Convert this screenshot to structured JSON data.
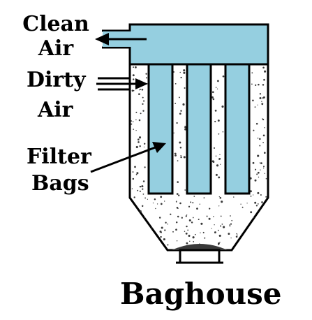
{
  "labels": {
    "clean_1": "Clean",
    "clean_2": "Air",
    "dirty_1": "Dirty",
    "dirty_2": "Air",
    "filter_1": "Filter",
    "filter_2": "Bags",
    "title": "Baghouse"
  },
  "colors": {
    "plenum": "#95cfe0",
    "bag": "#95cfe0",
    "outline": "#000000",
    "dust": "#3a3a3a",
    "background": "#ffffff"
  },
  "bag_count": 3
}
